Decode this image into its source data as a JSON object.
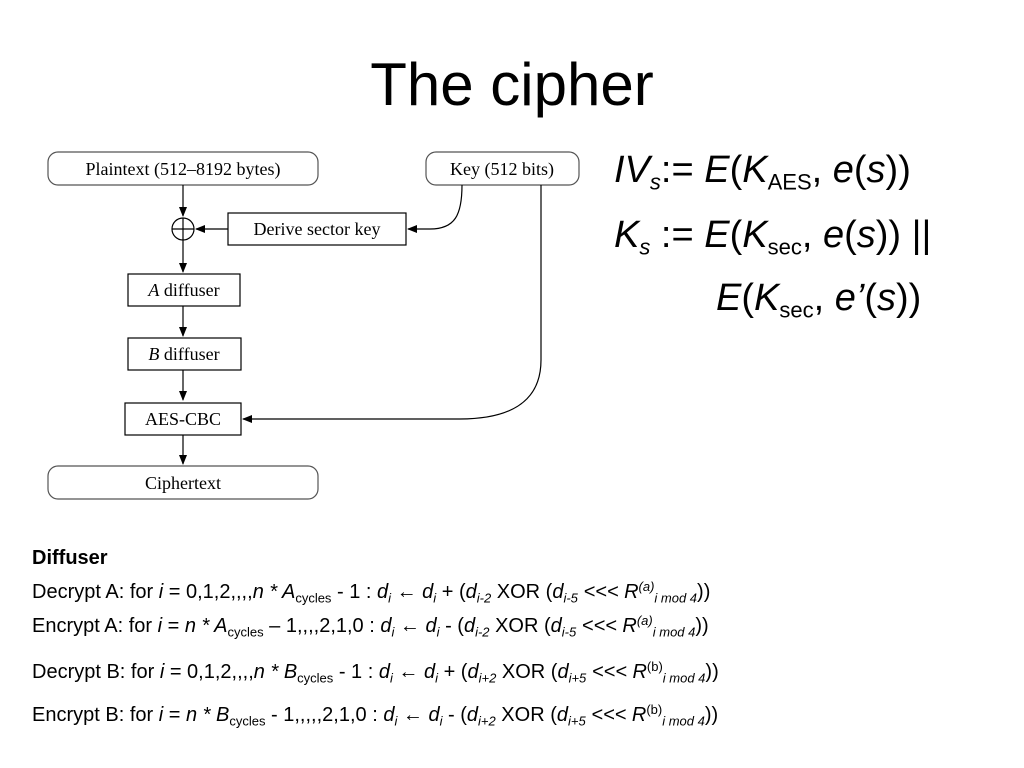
{
  "slide": {
    "title": "The cipher"
  },
  "diagram": {
    "plaintext": "Plaintext (512–8192 bytes)",
    "key": "Key (512 bits)",
    "derive": "Derive sector key",
    "a_diffuser_letter": "A",
    "b_diffuser_letter": "B",
    "diffuser_word": " diffuser",
    "aes_cbc": "AES-CBC",
    "ciphertext": "Ciphertext",
    "xor_symbol": "⊕"
  },
  "equations": {
    "iv": {
      "lhs": "IV",
      "lhs_sub": "s",
      "assign": ":= ",
      "func": "E",
      "key": "K",
      "key_sub": "AES",
      "arg_fn": "e",
      "arg": "s"
    },
    "ks": {
      "lhs": "K",
      "lhs_sub": "s",
      "assign": " := ",
      "func": "E",
      "key": "K",
      "key_sub": "sec",
      "arg_fn": "e",
      "arg": "s",
      "concat": "||"
    },
    "ks2": {
      "func": "E",
      "key": "K",
      "key_sub": "sec",
      "arg_fn": "e’",
      "arg": "s"
    }
  },
  "diffuser": {
    "heading": "Diffuser",
    "lines": [
      {
        "prefix": "Decrypt A: for ",
        "i": "i",
        "range": " = 0,1,2,,,,",
        "n": "n",
        "mult": " * ",
        "cyc_letter": "A",
        "cyc_sub": "cycles",
        "range_end": " - 1 :  ",
        "d": "d",
        "di": "i",
        "arrow": " ← ",
        "op": " + (",
        "im2": "i-2",
        "xor": "  XOR (",
        "im5": "i-5",
        "rot": " <<< ",
        "R": "R",
        "rsup": "(a)",
        "rsub": "i mod 4",
        "close": "))"
      },
      {
        "prefix": "Encrypt A: for ",
        "i": "i",
        "range": " = ",
        "n": "n",
        "mult": " * ",
        "cyc_letter": "A",
        "cyc_sub": "cycles",
        "range_end": " – 1,,,,2,1,0 :  ",
        "d": "d",
        "di": "i",
        "arrow": " ← ",
        "op": " - (",
        "im2": "i-2",
        "xor": "  XOR (",
        "im5": "i-5",
        "rot": " <<< ",
        "R": "R",
        "rsup": "(a)",
        "rsub": "i mod 4",
        "close": "))"
      },
      {
        "prefix": "Decrypt B: for ",
        "i": "i",
        "range": " = 0,1,2,,,,",
        "n": "n",
        "mult": " * ",
        "cyc_letter": "B",
        "cyc_sub": "cycles",
        "range_end": " - 1 :  ",
        "d": "d",
        "di": "i",
        "arrow": " ← ",
        "op": " + (",
        "im2": "i+2",
        "xor": "  XOR (",
        "im5": "i+5",
        "rot": " <<< ",
        "R": "R",
        "rsup": "(b)",
        "rsub": "i mod 4",
        "close": "))"
      },
      {
        "prefix": "Encrypt B: for ",
        "i": "i",
        "range": " = ",
        "n": "n",
        "mult": " * ",
        "cyc_letter": "B",
        "cyc_sub": "cycles",
        "range_end": " - 1,,,,,2,1,0 :  ",
        "d": "d",
        "di": "i",
        "arrow": " ← ",
        "op": " - (",
        "im2": "i+2",
        "xor": "  XOR (",
        "im5": "i+5",
        "rot": " <<< ",
        "R": "R",
        "rsup": "(b)",
        "rsub": "i mod 4",
        "close": "))"
      }
    ]
  }
}
